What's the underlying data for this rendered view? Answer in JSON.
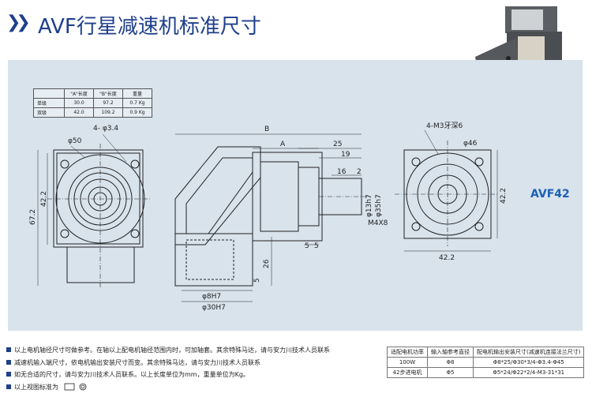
{
  "header": {
    "title": "AVF行星减速机标准尺寸"
  },
  "dim_table": {
    "headers": [
      "",
      "\"A\"长度",
      "\"B\"长度",
      "重量"
    ],
    "rows": [
      [
        "单级",
        "30.0",
        "97.2",
        "0.7 Kg"
      ],
      [
        "双级",
        "42.0",
        "109.2",
        "0.9 Kg"
      ]
    ]
  },
  "drawing": {
    "model": "AVF42",
    "front_view": {
      "holes": "4- φ3.4",
      "circle": "φ50",
      "width": "42.2",
      "height": "67.2"
    },
    "side_view": {
      "B": "B",
      "A": "A",
      "d25": "25",
      "d19": "19",
      "d16": "16",
      "d2": "2",
      "shaft_1": "φ13h7",
      "shaft_2": "φ35h7",
      "thread": "M4X8",
      "d5a": "5",
      "d5b": "5",
      "d26": "26",
      "d5c": "5",
      "bore_1": "φ8H7",
      "bore_2": "φ30H7"
    },
    "end_view": {
      "holes": "4-M3牙深6",
      "circle": "φ46",
      "height": "42.2",
      "width": "42.2"
    }
  },
  "notes": [
    "以上电机轴径尺寸可做参考。在轴以上配电机轴径范围内时，可加轴套。其余特殊马达，请与安力川技术人员联系",
    "减速机输入端尺寸，依电机输出安装尺寸而变。其余特殊马达，请与安力川技术人员联系",
    "如无合适的尺寸，请与安力川技术人员联系。以上长度单位为mm，重量单位为Kg。",
    "以上视图标准为"
  ],
  "motor_table": {
    "headers": [
      "适配电机功率",
      "输入轴参考直径",
      "配电机输出安装尺寸(减速机连接法兰尺寸)"
    ],
    "rows": [
      [
        "100W",
        "Φ8",
        "Φ8*25/Φ30*3/4-Φ3.4-Φ45"
      ],
      [
        "42步进电机",
        "Φ5",
        "Φ5*24/Φ22*2/4-M3-31*31"
      ]
    ]
  },
  "colors": {
    "title": "#1f3f8c",
    "panel": "#d8e3ec",
    "model": "#1b5fb4"
  }
}
